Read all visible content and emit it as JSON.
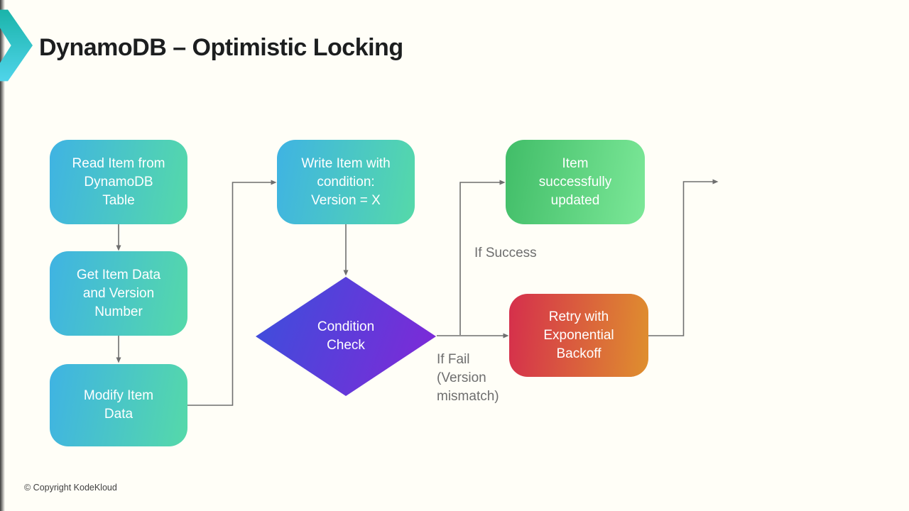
{
  "slide": {
    "title": "DynamoDB – Optimistic Locking",
    "footer": "© Copyright KodeKloud",
    "background_color": "#fffef7",
    "logo": {
      "name": "kodekloud-chevron",
      "gradient_from": "#17b2a6",
      "gradient_to": "#52d6ee"
    }
  },
  "flowchart": {
    "connector_color": "#6f6f6f",
    "edge_label_color": "#6e6e6e",
    "nodes": [
      {
        "id": "read-item",
        "shape": "rounded-rect",
        "label": "Read Item from\nDynamoDB\nTable",
        "gradient_from": "#3fb3e3",
        "gradient_to": "#55d9a9",
        "angle": "100deg"
      },
      {
        "id": "get-item",
        "shape": "rounded-rect",
        "label": "Get Item Data\nand Version\nNumber",
        "gradient_from": "#3fb3e3",
        "gradient_to": "#55d9a9",
        "angle": "100deg"
      },
      {
        "id": "modify-item",
        "shape": "rounded-rect",
        "label": "Modify Item\nData",
        "gradient_from": "#3fb3e3",
        "gradient_to": "#55d9a9",
        "angle": "100deg"
      },
      {
        "id": "write-item",
        "shape": "rounded-rect",
        "label": "Write Item with\ncondition:\nVersion = X",
        "gradient_from": "#3fb3e3",
        "gradient_to": "#55d9a9",
        "angle": "100deg"
      },
      {
        "id": "condition-check",
        "shape": "diamond",
        "label": "Condition\nCheck",
        "gradient_from": "#3a50dc",
        "gradient_to": "#8227d7",
        "angle": "110deg"
      },
      {
        "id": "item-updated",
        "shape": "rounded-rect",
        "label": "Item\nsuccessfully\nupdated",
        "gradient_from": "#41bd68",
        "gradient_to": "#7ce898",
        "angle": "100deg"
      },
      {
        "id": "retry-backoff",
        "shape": "rounded-rect",
        "label": "Retry with\nExponential\nBackoff",
        "gradient_from": "#d52f4c",
        "gradient_to": "#df8f2e",
        "angle": "95deg"
      }
    ],
    "edge_labels": [
      {
        "id": "if-success",
        "text": "If Success"
      },
      {
        "id": "if-fail",
        "text": "If Fail\n(Version\nmismatch)"
      }
    ]
  }
}
